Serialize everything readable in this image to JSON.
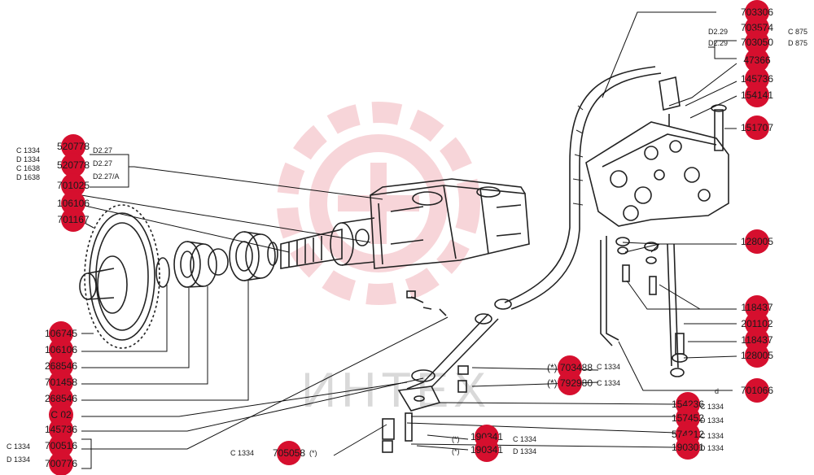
{
  "watermark": {
    "text": "ИНТЕХ",
    "color": "#e8b4b8"
  },
  "accent": "#d60f2e",
  "callouts": [
    {
      "id": "703306",
      "label": "703306"
    },
    {
      "id": "703574",
      "label": "703574"
    },
    {
      "id": "703050",
      "label": "703050"
    },
    {
      "id": "47366",
      "label": "47366"
    },
    {
      "id": "145736",
      "label": "145736"
    },
    {
      "id": "154141",
      "label": "154141"
    },
    {
      "id": "151707",
      "label": "151707"
    },
    {
      "id": "128005a",
      "label": "128005"
    },
    {
      "id": "118437a",
      "label": "118437"
    },
    {
      "id": "201102",
      "label": "201102"
    },
    {
      "id": "118437b",
      "label": "118437"
    },
    {
      "id": "128005b",
      "label": "128005"
    },
    {
      "id": "701066",
      "label": "701066"
    },
    {
      "id": "703488",
      "label": "(*) 703488"
    },
    {
      "id": "792980",
      "label": "(*) 792980"
    },
    {
      "id": "r1",
      "label": "154236"
    },
    {
      "id": "r2",
      "label": "157452"
    },
    {
      "id": "r3",
      "label": "574212"
    },
    {
      "id": "r4",
      "label": "190301"
    },
    {
      "id": "b1",
      "label": "190341"
    },
    {
      "id": "b2",
      "label": "190341"
    },
    {
      "id": "705058",
      "label": "705058"
    },
    {
      "id": "l1",
      "label": "520778"
    },
    {
      "id": "l2",
      "label": "520778"
    },
    {
      "id": "l3",
      "label": "701025"
    },
    {
      "id": "l4",
      "label": "106106"
    },
    {
      "id": "l5",
      "label": "701167"
    },
    {
      "id": "l6",
      "label": "106745"
    },
    {
      "id": "l7",
      "label": "106106"
    },
    {
      "id": "l8",
      "label": "268546"
    },
    {
      "id": "l9",
      "label": "701458"
    },
    {
      "id": "l10",
      "label": "268546"
    },
    {
      "id": "l11",
      "label": "C 02"
    },
    {
      "id": "l12",
      "label": "145736"
    },
    {
      "id": "l13",
      "label": "700516"
    },
    {
      "id": "l14",
      "label": "700776"
    }
  ],
  "notes": {
    "c875": "C 875",
    "d875": "D 875",
    "d229a": "D2.29",
    "d229b": "D2.29",
    "c1334_l1": "C 1334",
    "d1334_l2": "D 1334",
    "c1638_l3": "C 1638",
    "d1638_l4": "D 1638",
    "d227a": "D2.27",
    "d227b": "D2.27",
    "d227c": "D2.27/A",
    "c1334_r1": "C 1334",
    "c1334_r2": "C 1334",
    "c1334_r3": "C 1334",
    "d1334_r4": "D 1334",
    "c1334_r5": "C 1334",
    "d1334_r6": "D 1334",
    "c1334_b1": "C 1334",
    "d1334_b2": "D 1334",
    "c1334_b3": "C 1334",
    "star1": "(*)",
    "star2": "(*)",
    "star3": "(*)",
    "c1334_bl": "C 1334",
    "d1334_bl": "D 1334",
    "d_prefix": "d"
  }
}
